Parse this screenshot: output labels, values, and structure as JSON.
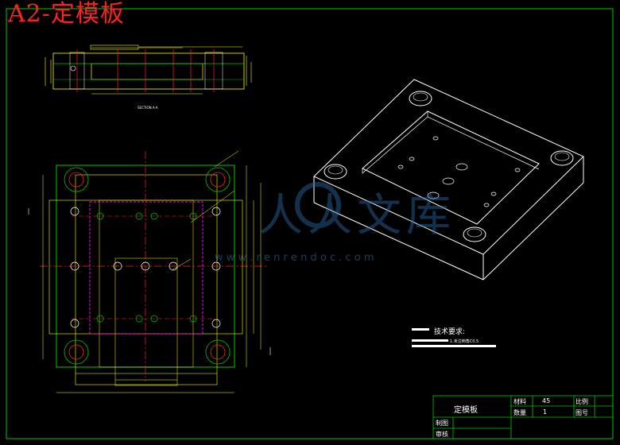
{
  "heading": "A2-定模板",
  "section_label": "SECTION A-A",
  "watermark": {
    "cn": "人人文库",
    "url": "w w w . r e n r e n d o c . c o m"
  },
  "tech": {
    "title": "技术要求:",
    "note1": "1.未注倒角C0.5"
  },
  "title_block": {
    "part_name": "定模板",
    "material_label": "材料",
    "material_value": "45",
    "scale_label": "比例",
    "qty_label": "数量",
    "qty_value": "1",
    "drawing_no_label": "图号",
    "drawn_label": "制图",
    "checked_label": "审核"
  },
  "colors": {
    "frame": "#00c800",
    "red": "#ff2020",
    "yellow": "#ffff00",
    "magenta": "#ff00ff",
    "white": "#ffffff",
    "cyan": "#00ffff"
  }
}
